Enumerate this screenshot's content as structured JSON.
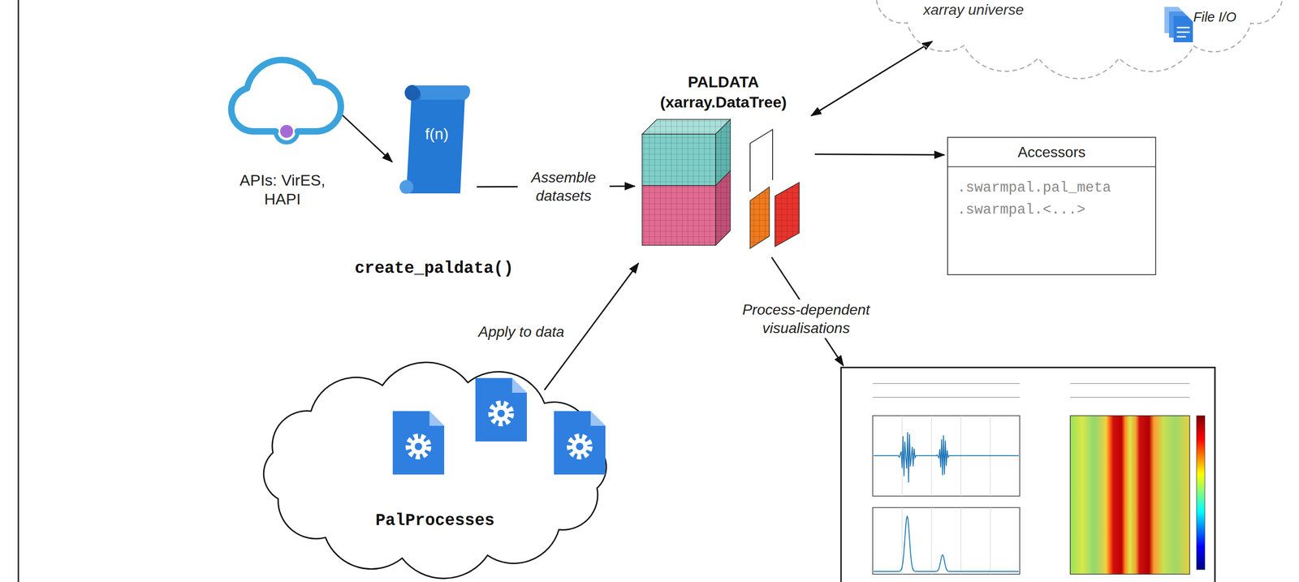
{
  "diagram": {
    "nodes": [
      {
        "text": [
          "APIs: VirES, HAPI"
        ]
      },
      {
        "text": [
          "f(n)",
          "create_paldata()"
        ]
      },
      {
        "text": [
          "PALDATA (xarray.DataTree)"
        ]
      },
      {
        "text": [
          "xarray universe",
          "File I/O"
        ]
      },
      {
        "text": [
          "Accessors",
          ".swarmpal.pal_meta",
          ".swarmpal.<...>"
        ]
      },
      {
        "text": [
          "PalProcesses"
        ]
      }
    ],
    "edges": [
      {
        "from": 0,
        "to": 1,
        "arrow": "to"
      },
      {
        "from": 1,
        "to": 2,
        "label": "Assemble datasets",
        "arrow": "to"
      },
      {
        "from": 2,
        "to": 3,
        "arrow": "both"
      },
      {
        "from": 2,
        "to": 4,
        "arrow": "to"
      },
      {
        "from": 5,
        "to": 2,
        "label": "Apply to data",
        "arrow": "to"
      }
    ],
    "labels": [
      "Process-dependent visualisations"
    ]
  }
}
